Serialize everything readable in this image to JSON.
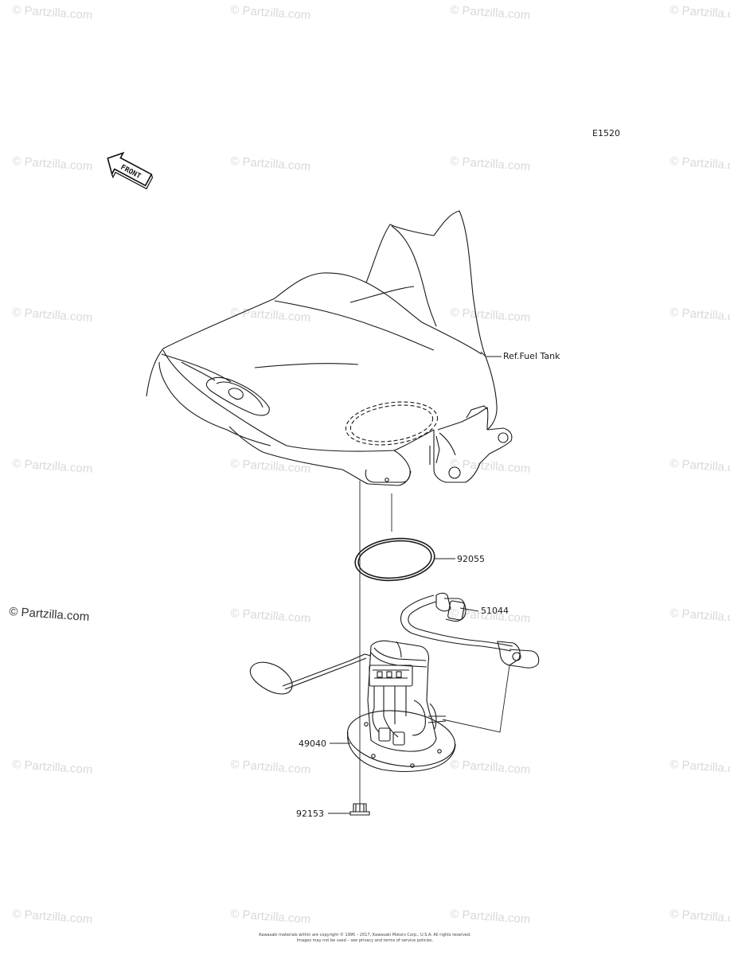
{
  "diagram_code": "E1520",
  "front_label": "FRONT",
  "watermark": "© Partzilla.com",
  "labels": {
    "fuel_tank": "Ref.Fuel Tank",
    "gasket": "92055",
    "hose": "51044",
    "pump": "49040",
    "bolt": "92153"
  },
  "copyright_line1": "Kawasaki materials within are copyright © 1995 – 2017, Kawasaki Motors Corp., U.S.A. All rights reserved.",
  "copyright_line2": "Images may not be used – see privacy and terms of service policies."
}
